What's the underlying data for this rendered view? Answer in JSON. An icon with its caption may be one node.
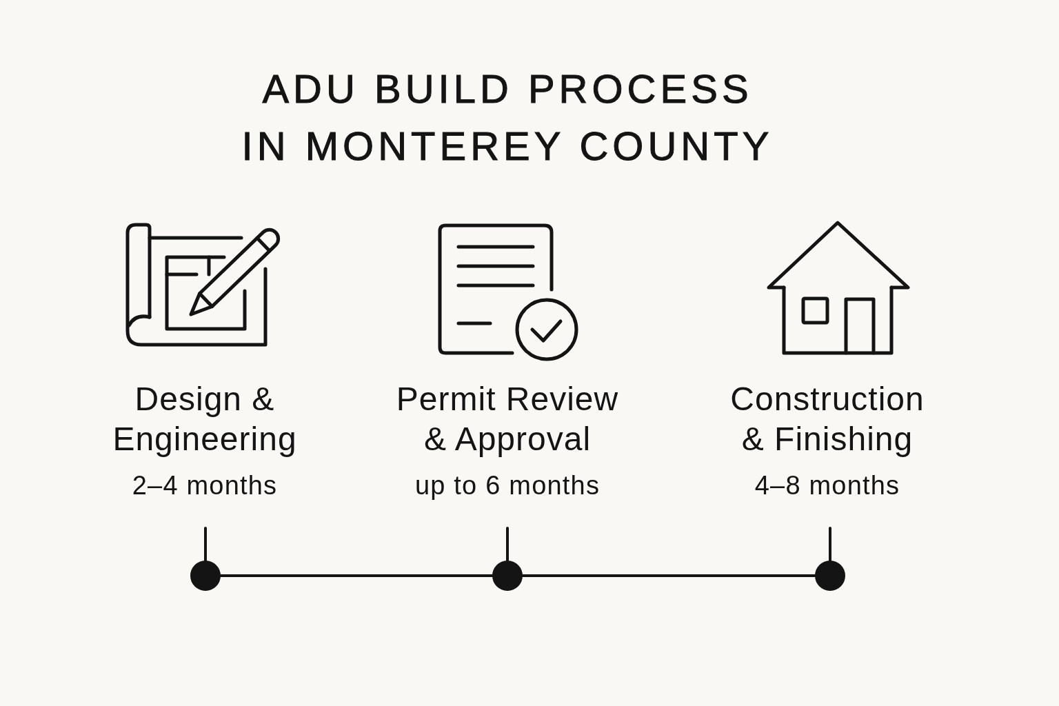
{
  "diagram": {
    "title": "ADU BUILD PROCESS IN MONTEREY COUNTY",
    "nodes": [
      {
        "text": [
          "Design & Engineering",
          "2–4 months"
        ]
      },
      {
        "text": [
          "Permit Review & Approval",
          "up to 6 months"
        ]
      },
      {
        "text": [
          "Construction & Finishing",
          "4–8 months"
        ]
      },
      {
        "text": [],
        "shape": "circle"
      },
      {
        "text": [],
        "shape": "circle"
      },
      {
        "text": [],
        "shape": "circle"
      }
    ],
    "edges": [
      {
        "from": 0,
        "to": 3,
        "arrow": "none"
      },
      {
        "from": 1,
        "to": 4,
        "arrow": "none"
      },
      {
        "from": 2,
        "to": 5,
        "arrow": "none"
      },
      {
        "from": 3,
        "to": 4,
        "arrow": "none"
      },
      {
        "from": 4,
        "to": 5,
        "arrow": "none"
      }
    ]
  }
}
